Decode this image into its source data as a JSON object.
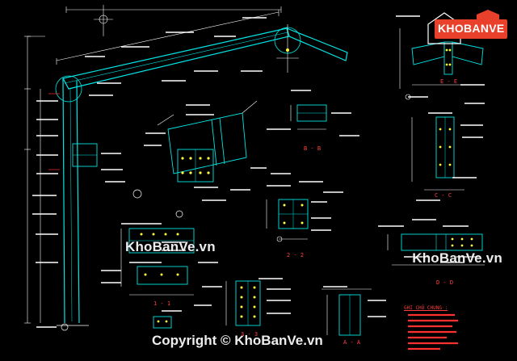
{
  "logo": {
    "text": "KHOBANVE",
    "accent": "#e8402a"
  },
  "watermarks": {
    "middle": "KhoBanVe.vn",
    "right": "KhoBanVe.vn",
    "bottom": "Copyright © KhoBanVe.vn"
  },
  "notes": {
    "title": "GHI CHÚ CHUNG :"
  },
  "section_labels": [
    "1 - 1",
    "2 - 2",
    "3 - 3",
    "A - A",
    "B - B",
    "C - C",
    "D - D",
    "E - E"
  ],
  "colors": {
    "background": "#000000",
    "steel": "#00e5e5",
    "annotation": "#ffffff",
    "dimension": "#ff3030",
    "bolt": "#ffff40"
  }
}
